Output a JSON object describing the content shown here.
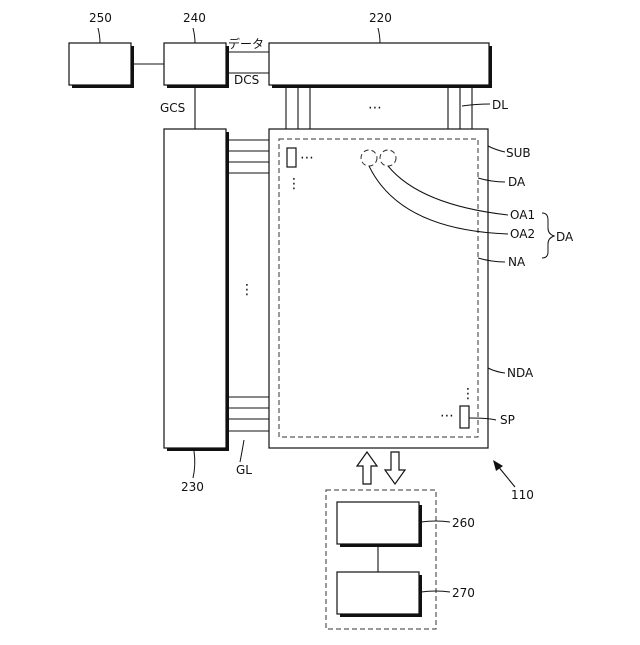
{
  "blocks": {
    "b250": "250",
    "b240": "240",
    "b220": "220",
    "b230": "230",
    "b260": "260",
    "b270": "270",
    "b110": "110"
  },
  "signals": {
    "data": "データ",
    "dcs": "DCS",
    "gcs": "GCS",
    "gl": "GL",
    "dl": "DL"
  },
  "regions": {
    "sub": "SUB",
    "da_top": "DA",
    "oa1": "OA1",
    "oa2": "OA2",
    "da_brace": "DA",
    "na": "NA",
    "nda": "NDA",
    "sp": "SP"
  },
  "ellipsis": "⋯",
  "ellipsis_v": "⋮"
}
